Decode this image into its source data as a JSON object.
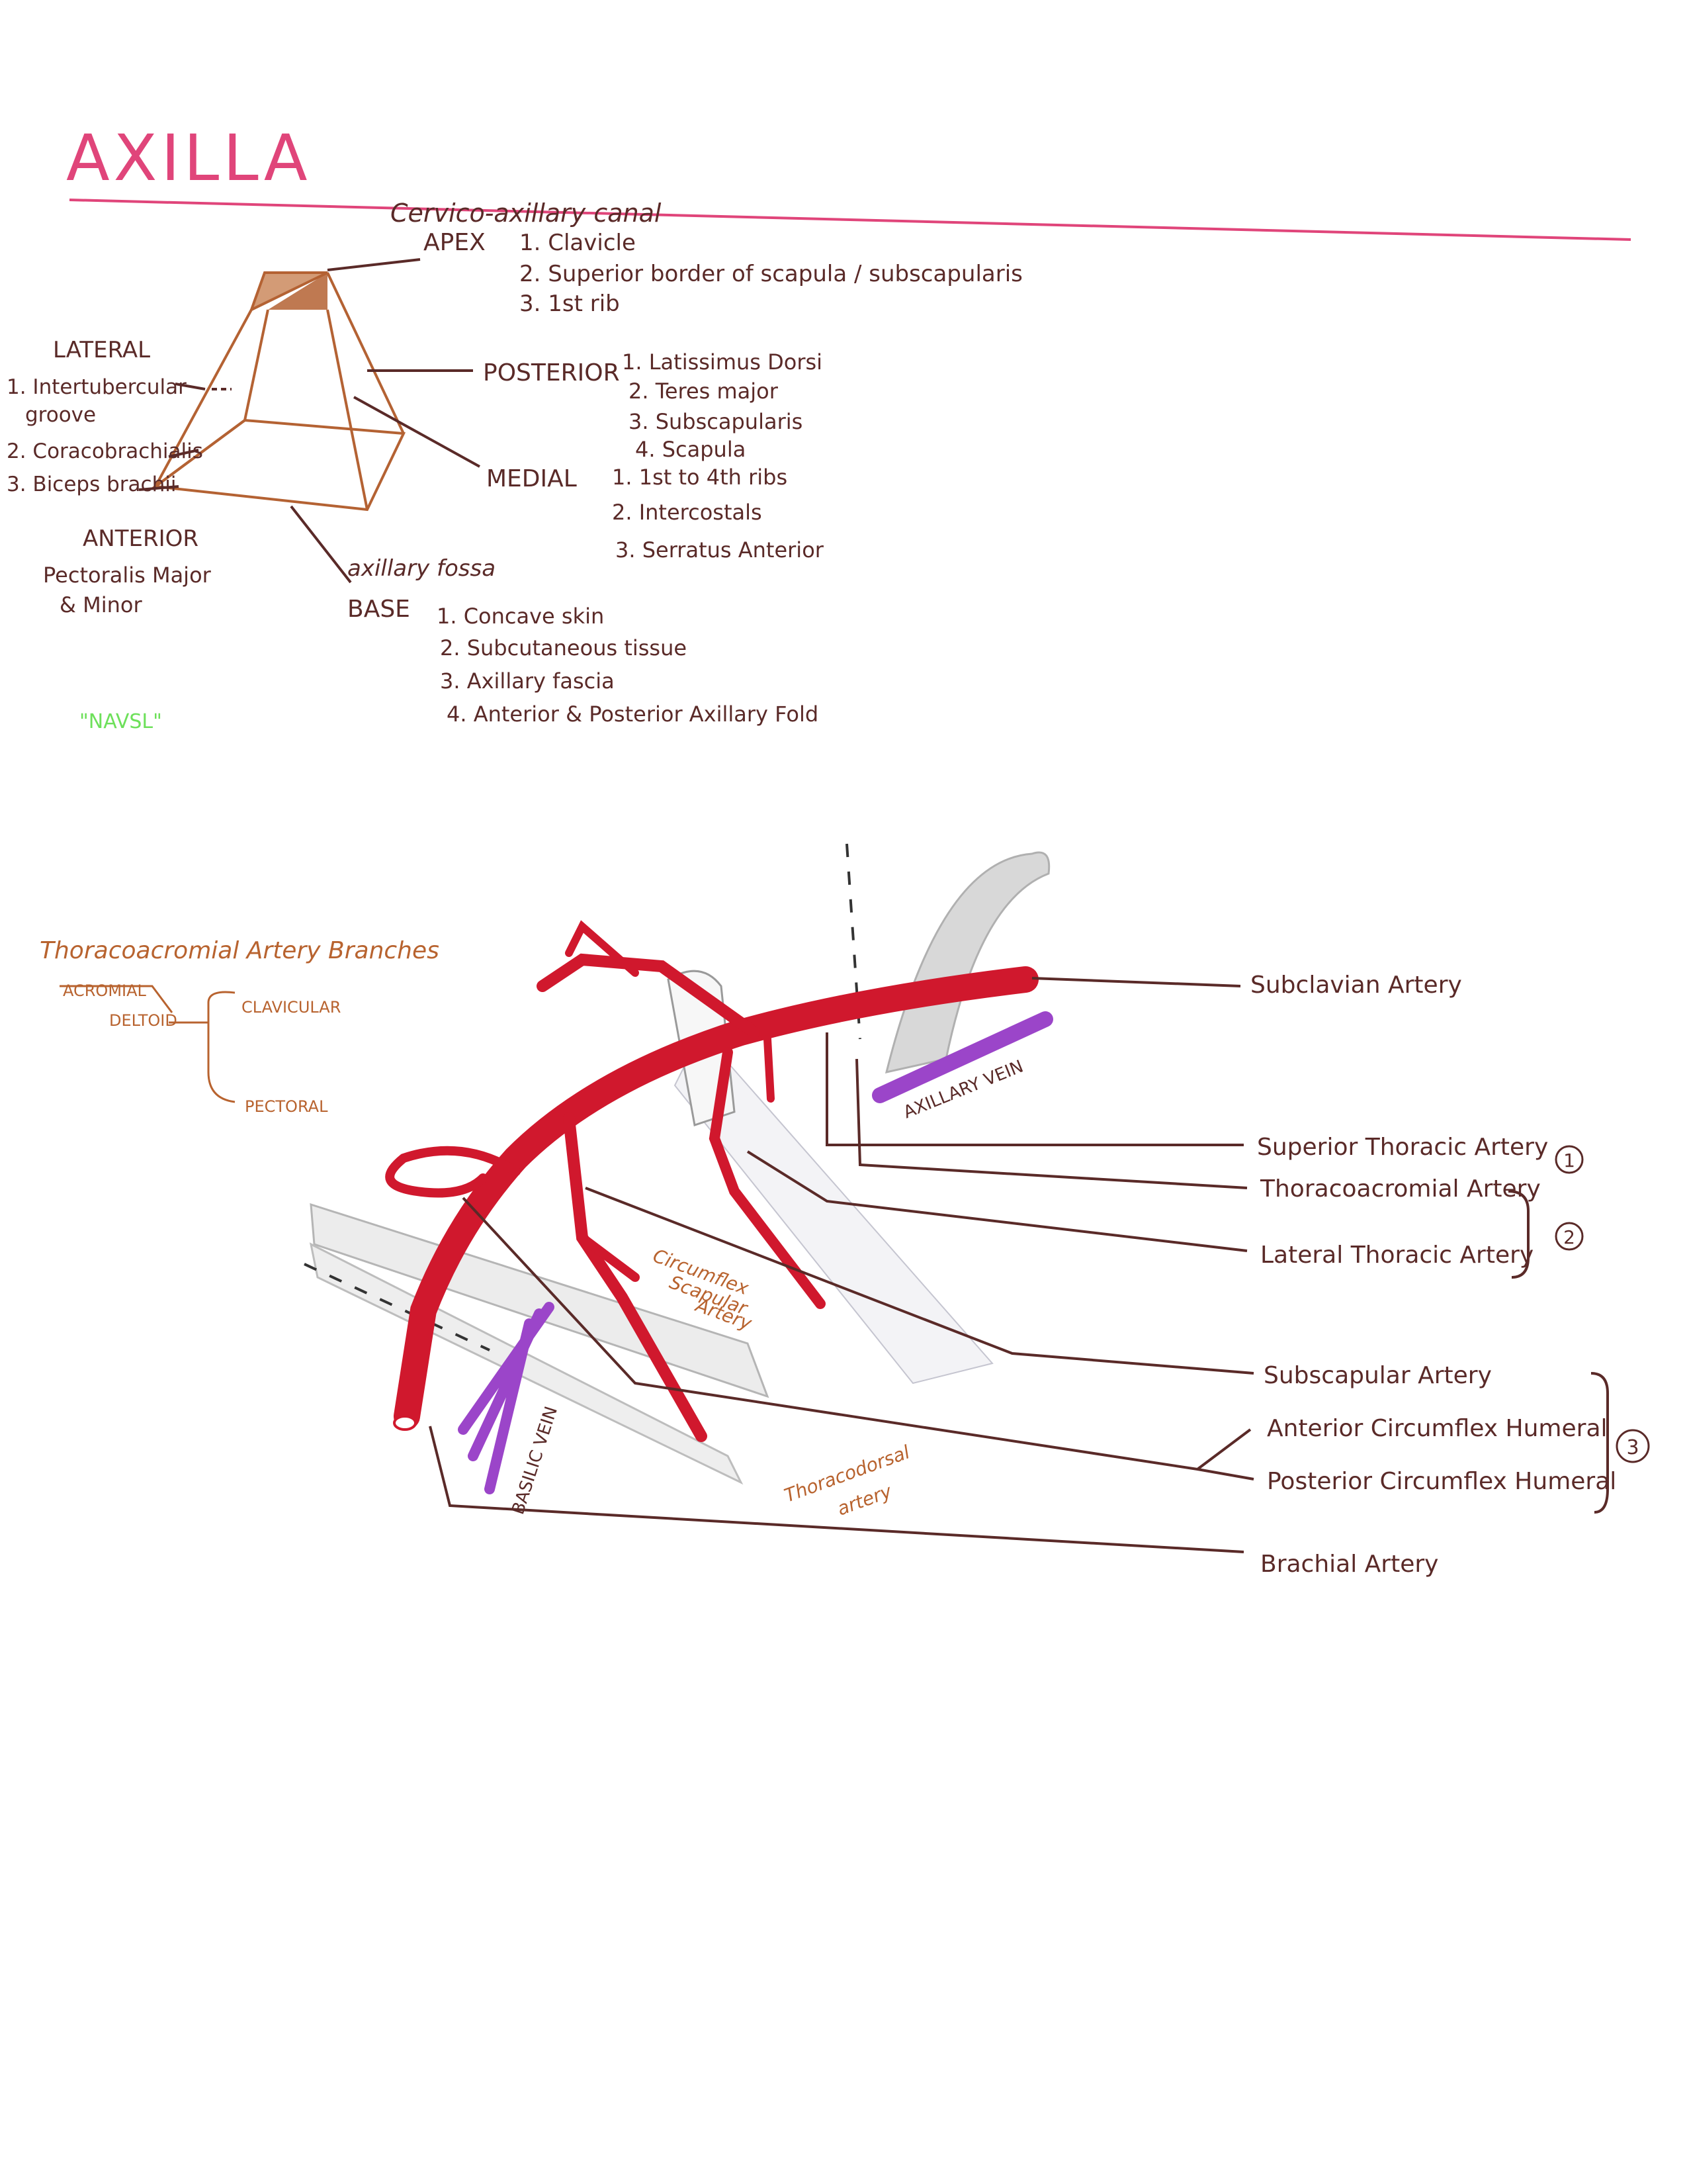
{
  "title": "AXILLA",
  "colors": {
    "title": "#e0457a",
    "ink": "#5a2a28",
    "orange": "#b8632f",
    "artery": "#d0182d",
    "vein": "#9b45c9",
    "bone": "#cfcfcf",
    "mnemonic": "#6de05a"
  },
  "pyramid": {
    "apex": {
      "heading": "APEX",
      "note": "Cervico-axillary canal",
      "items": [
        "1. Clavicle",
        "2. Superior border of scapula / subscapularis",
        "3. 1st rib"
      ]
    },
    "lateral": {
      "heading": "LATERAL",
      "items": [
        "1. Intertubercular",
        "groove",
        "2. Coracobrachialis",
        "3. Biceps brachii"
      ]
    },
    "posterior": {
      "heading": "POSTERIOR",
      "items": [
        "1. Latissimus Dorsi",
        "2. Teres major",
        "3. Subscapularis",
        "4. Scapula"
      ]
    },
    "medial": {
      "heading": "MEDIAL",
      "items": [
        "1. 1st to 4th ribs",
        "2. Intercostals",
        "3. Serratus Anterior"
      ]
    },
    "anterior": {
      "heading": "ANTERIOR",
      "items": [
        "Pectoralis Major",
        "& Minor"
      ]
    },
    "base": {
      "heading": "BASE",
      "note": "axillary fossa",
      "items": [
        "1. Concave skin",
        "2. Subcutaneous tissue",
        "3. Axillary fascia",
        "4. Anterior & Posterior Axillary Fold"
      ]
    }
  },
  "mnemonic": "\"NAVSL\"",
  "thoracoacromial": {
    "title": "Thoracoacromial Artery Branches",
    "branches": [
      "ACROMIAL",
      "DELTOID",
      "CLAVICULAR",
      "PECTORAL"
    ]
  },
  "diagram_labels": {
    "axillary_vein": "AXILLARY VEIN",
    "basilic_vein": "BASILIC VEIN",
    "circumflex_scapular": [
      "Circumflex",
      "Scapular",
      "Artery"
    ],
    "thoracodorsal": [
      "Thoracodorsal",
      "artery"
    ]
  },
  "artery_labels": [
    "Subclavian Artery",
    "Superior Thoracic Artery",
    "Thoracoacromial Artery",
    "Lateral Thoracic Artery",
    "Subscapular Artery",
    "Anterior Circumflex Humeral",
    "Posterior Circumflex Humeral",
    "Brachial Artery"
  ],
  "part_numbers": [
    "1",
    "2",
    "3"
  ]
}
